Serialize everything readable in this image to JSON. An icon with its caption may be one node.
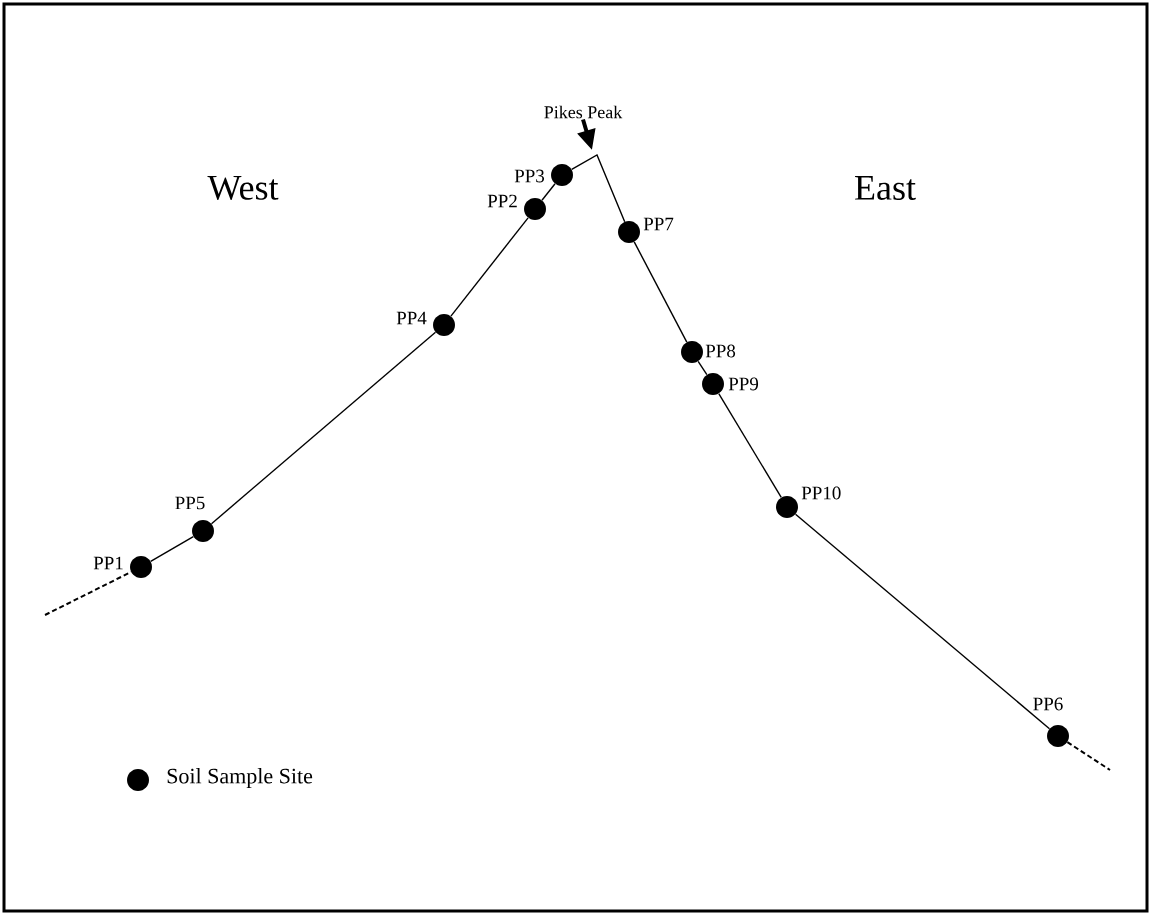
{
  "diagram": {
    "nodes": [
      {
        "text": [
          "Pikes Peak"
        ]
      },
      {
        "text": [],
        "shape": "circle",
        "beside": [
          "PP3"
        ]
      },
      {
        "text": [],
        "shape": "circle",
        "beside": [
          "PP2"
        ]
      },
      {
        "text": [],
        "shape": "circle",
        "beside": [
          "PP7"
        ]
      },
      {
        "text": [],
        "shape": "circle",
        "beside": [
          "PP4"
        ]
      },
      {
        "text": [],
        "shape": "circle",
        "beside": [
          "PP8"
        ]
      },
      {
        "text": [],
        "shape": "circle",
        "beside": [
          "PP9"
        ]
      },
      {
        "text": [],
        "shape": "circle",
        "beside": [
          "PP10"
        ]
      },
      {
        "text": [],
        "shape": "circle",
        "beside": [
          "PP5"
        ]
      },
      {
        "text": [],
        "shape": "circle",
        "beside": [
          "PP1"
        ]
      },
      {
        "text": [],
        "shape": "circle",
        "beside": [
          "PP6"
        ]
      }
    ],
    "edges": [
      {
        "from": 0,
        "to": null,
        "arrow": "to",
        "style": "thick"
      },
      {
        "from": null,
        "to": 9,
        "arrow": "none",
        "style": "dashed"
      },
      {
        "from": 9,
        "to": 8,
        "arrow": "none"
      },
      {
        "from": 8,
        "to": 4,
        "arrow": "none"
      },
      {
        "from": 4,
        "to": 2,
        "arrow": "none"
      },
      {
        "from": 2,
        "to": 1,
        "arrow": "none"
      },
      {
        "from": 1,
        "to": 3,
        "arrow": "none"
      },
      {
        "from": 3,
        "to": 5,
        "arrow": "none"
      },
      {
        "from": 5,
        "to": 6,
        "arrow": "none"
      },
      {
        "from": 6,
        "to": 7,
        "arrow": "none"
      },
      {
        "from": 7,
        "to": 10,
        "arrow": "none"
      },
      {
        "from": 10,
        "to": null,
        "arrow": "none",
        "style": "dashed"
      }
    ],
    "labels": [
      "West",
      "East"
    ],
    "legend": [
      {
        "text": "Soil Sample Site"
      }
    ]
  }
}
